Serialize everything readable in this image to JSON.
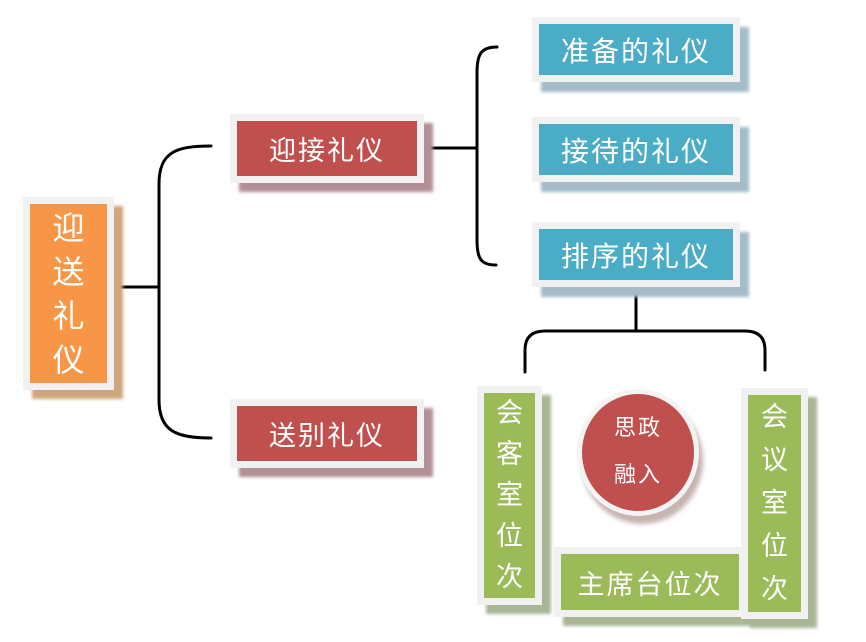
{
  "diagram": {
    "root": {
      "label": "迎送礼仪"
    },
    "branches": [
      {
        "label": "迎接礼仪"
      },
      {
        "label": "送别礼仪"
      }
    ],
    "sub_branches": [
      {
        "label": "准备的礼仪"
      },
      {
        "label": "接待的礼仪"
      },
      {
        "label": "排序的礼仪"
      }
    ],
    "seating": {
      "left": {
        "label": "会客室位次"
      },
      "right": {
        "label": "会议室位次"
      },
      "bottom": {
        "label": "主席台位次"
      }
    },
    "circle": {
      "line1": "思政",
      "line2": "融入"
    },
    "colors": {
      "orange": "#F79646",
      "red": "#C0504D",
      "teal": "#4BACC6",
      "green": "#9BBB59",
      "panel": "#F1F1F2",
      "line": "#000000",
      "text": "#FFFFFF"
    }
  }
}
